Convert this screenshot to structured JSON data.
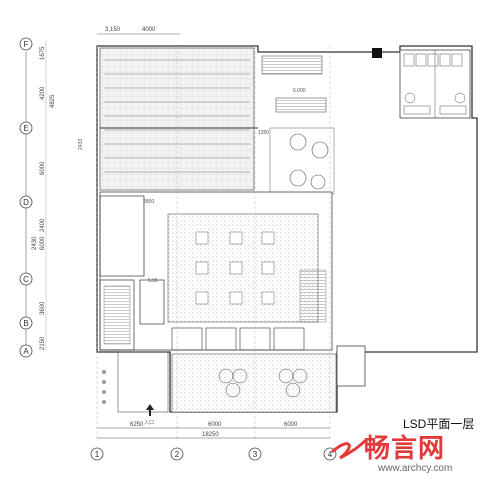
{
  "drawing": {
    "title": "LSD平面一层",
    "grid_rows": [
      "F",
      "E",
      "D",
      "C",
      "B",
      "A"
    ],
    "grid_cols": [
      "1",
      "2",
      "3",
      "4"
    ],
    "row_dims": [
      "1675",
      "4825",
      "4200",
      "6000",
      "2430",
      "2400",
      "6000",
      "3600",
      "2150"
    ],
    "col_dims_top": [
      "3,150",
      "4000"
    ],
    "col_dims_bottom": [
      "6250",
      "6000",
      "6000"
    ],
    "total_width": "18250",
    "labels": {
      "elev1": "6.000",
      "elev2": "5.95",
      "dim_2430": "2433",
      "dim_2800": "2800",
      "dim_1350": "1350",
      "entrance": "入口"
    }
  },
  "watermark": {
    "logo": "畅言网",
    "url": "www.archcy.com"
  }
}
